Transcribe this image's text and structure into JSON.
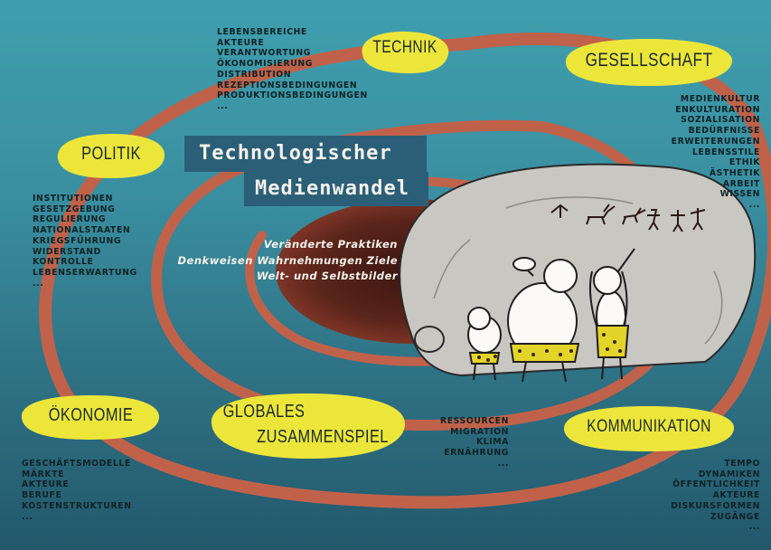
{
  "title": {
    "line1": "Technologischer",
    "line2": "Medienwandel"
  },
  "center_text": [
    "Veränderte Praktiken",
    "Denkweisen Wahrnehmungen Ziele",
    "Welt- und Selbstbilder"
  ],
  "colors": {
    "background_top": "#3f9fae",
    "background_bottom": "#23586b",
    "spiral": "#c0624a",
    "blob": "#ece63b",
    "title_box": "#2b5f78"
  },
  "categories": {
    "technik": {
      "label": "TECHNIK",
      "items": [
        "LEBENSBEREICHE",
        "AKTEURE",
        "VERANTWORTUNG",
        "ÖKONOMISIERUNG",
        "DISTRIBUTION",
        "REZEPTIONSBEDINGUNGEN",
        "PRODUKTIONSBEDINGUNGEN",
        "..."
      ]
    },
    "gesellschaft": {
      "label": "GESELLSCHAFT",
      "items": [
        "MEDIENKULTUR",
        "ENKULTURATION",
        "SOZIALISATION",
        "BEDÜRFNISSE",
        "ERWEITERUNGEN",
        "LEBENSSTILE",
        "ETHIK",
        "ÄSTHETIK",
        "ARBEIT",
        "WISSEN",
        "..."
      ]
    },
    "politik": {
      "label": "POLITIK",
      "items": [
        "INSTITUTIONEN",
        "GESETZGEBUNG",
        "REGULIERUNG",
        "NATIONALSTAATEN",
        "KRIEGSFÜHRUNG",
        "WIDERSTAND",
        "KONTROLLE",
        "LEBENSERWARTUNG",
        "..."
      ]
    },
    "oekonomie": {
      "label": "ÖKONOMIE",
      "items": [
        "GESCHÄFTSMODELLE",
        "MÄRKTE",
        "AKTEURE",
        "BERUFE",
        "KOSTENSTRUKTUREN",
        "..."
      ]
    },
    "globales": {
      "label_line1": "GLOBALES",
      "label_line2": "ZUSAMMENSPIEL",
      "items": [
        "RESSOURCEN",
        "MIGRATION",
        "KLIMA",
        "ERNÄHRUNG",
        "..."
      ]
    },
    "kommunikation": {
      "label": "KOMMUNIKATION",
      "items": [
        "TEMPO",
        "DYNAMIKEN",
        "ÖFFENTLICHKEIT",
        "AKTEURE",
        "DISKURSFORMEN",
        "ZUGÄNGE",
        "..."
      ]
    }
  }
}
